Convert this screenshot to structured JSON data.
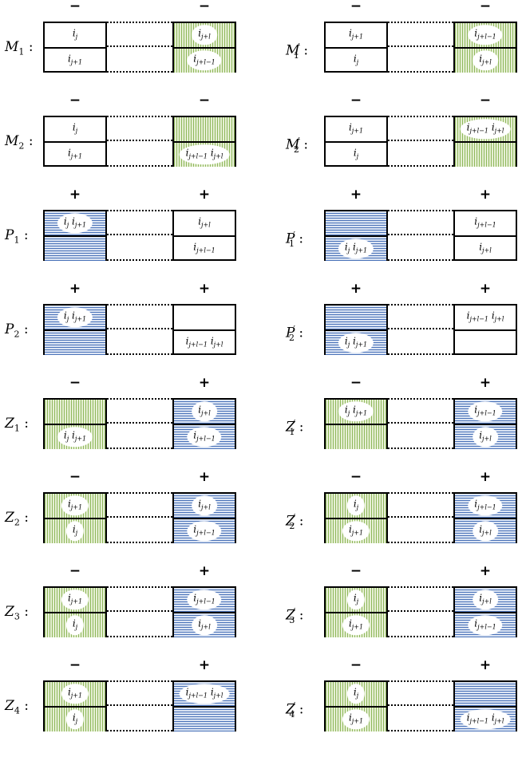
{
  "panels": [
    {
      "label": "M",
      "sub": "1",
      "prime": false,
      "signs": [
        "−",
        "−"
      ],
      "left": [
        {
          "t": [
            "i",
            "j"
          ],
          "p": "none",
          "o": false
        },
        {
          "t": [
            "i",
            "j+1"
          ],
          "p": "none",
          "o": false
        }
      ],
      "right": [
        {
          "t": [
            "i",
            "j+l"
          ],
          "p": "green",
          "o": true
        },
        {
          "t": [
            "i",
            "j+l−1"
          ],
          "p": "green",
          "o": true
        }
      ]
    },
    {
      "label": "M",
      "sub": "1",
      "prime": true,
      "signs": [
        "−",
        "−"
      ],
      "left": [
        {
          "t": [
            "i",
            "j+1"
          ],
          "p": "none",
          "o": false
        },
        {
          "t": [
            "i",
            "j"
          ],
          "p": "none",
          "o": false
        }
      ],
      "right": [
        {
          "t": [
            "i",
            "j+l−1"
          ],
          "p": "green",
          "o": true
        },
        {
          "t": [
            "i",
            "j+l"
          ],
          "p": "green",
          "o": true
        }
      ]
    },
    {
      "label": "M",
      "sub": "2",
      "prime": false,
      "signs": [
        "−",
        "−"
      ],
      "left": [
        {
          "t": [
            "i",
            "j"
          ],
          "p": "none",
          "o": false
        },
        {
          "t": [
            "i",
            "j+1"
          ],
          "p": "none",
          "o": false
        }
      ],
      "right": [
        {
          "t": [],
          "p": "green",
          "o": false
        },
        {
          "t": [
            "i",
            "j+l−1",
            "i",
            "j+l"
          ],
          "p": "green",
          "o": true
        }
      ]
    },
    {
      "label": "M",
      "sub": "2",
      "prime": true,
      "signs": [
        "−",
        "−"
      ],
      "left": [
        {
          "t": [
            "i",
            "j+1"
          ],
          "p": "none",
          "o": false
        },
        {
          "t": [
            "i",
            "j"
          ],
          "p": "none",
          "o": false
        }
      ],
      "right": [
        {
          "t": [
            "i",
            "j+l−1",
            "i",
            "j+l"
          ],
          "p": "green",
          "o": true
        },
        {
          "t": [],
          "p": "green",
          "o": false
        }
      ]
    },
    {
      "label": "P",
      "sub": "1",
      "prime": false,
      "signs": [
        "+",
        "+"
      ],
      "left": [
        {
          "t": [
            "i",
            "j",
            "i",
            "j+1"
          ],
          "p": "blue",
          "o": true
        },
        {
          "t": [],
          "p": "blue",
          "o": false
        }
      ],
      "right": [
        {
          "t": [
            "i",
            "j+l"
          ],
          "p": "none",
          "o": false
        },
        {
          "t": [
            "i",
            "j+l−1"
          ],
          "p": "none",
          "o": false
        }
      ]
    },
    {
      "label": "P",
      "sub": "1",
      "prime": true,
      "signs": [
        "+",
        "+"
      ],
      "left": [
        {
          "t": [],
          "p": "blue",
          "o": false
        },
        {
          "t": [
            "i",
            "j",
            "i",
            "j+1"
          ],
          "p": "blue",
          "o": true
        }
      ],
      "right": [
        {
          "t": [
            "i",
            "j+l−1"
          ],
          "p": "none",
          "o": false
        },
        {
          "t": [
            "i",
            "j+l"
          ],
          "p": "none",
          "o": false
        }
      ]
    },
    {
      "label": "P",
      "sub": "2",
      "prime": false,
      "signs": [
        "+",
        "+"
      ],
      "left": [
        {
          "t": [
            "i",
            "j",
            "i",
            "j+1"
          ],
          "p": "blue",
          "o": true
        },
        {
          "t": [],
          "p": "blue",
          "o": false
        }
      ],
      "right": [
        {
          "t": [],
          "p": "none",
          "o": false
        },
        {
          "t": [
            "i",
            "j+l−1",
            "i",
            "j+l"
          ],
          "p": "none",
          "o": false
        }
      ]
    },
    {
      "label": "P",
      "sub": "2",
      "prime": true,
      "signs": [
        "+",
        "+"
      ],
      "left": [
        {
          "t": [],
          "p": "blue",
          "o": false
        },
        {
          "t": [
            "i",
            "j",
            "i",
            "j+1"
          ],
          "p": "blue",
          "o": true
        }
      ],
      "right": [
        {
          "t": [
            "i",
            "j+l−1",
            "i",
            "j+l"
          ],
          "p": "none",
          "o": false
        },
        {
          "t": [],
          "p": "none",
          "o": false
        }
      ]
    },
    {
      "label": "Z",
      "sub": "1",
      "prime": false,
      "signs": [
        "−",
        "+"
      ],
      "left": [
        {
          "t": [],
          "p": "green",
          "o": false
        },
        {
          "t": [
            "i",
            "j",
            "i",
            "j+1"
          ],
          "p": "green",
          "o": true
        }
      ],
      "right": [
        {
          "t": [
            "i",
            "j+l"
          ],
          "p": "blue",
          "o": true
        },
        {
          "t": [
            "i",
            "j+l−1"
          ],
          "p": "blue",
          "o": true
        }
      ]
    },
    {
      "label": "Z",
      "sub": "1",
      "prime": true,
      "signs": [
        "−",
        "+"
      ],
      "left": [
        {
          "t": [
            "i",
            "j",
            "i",
            "j+1"
          ],
          "p": "green",
          "o": true
        },
        {
          "t": [],
          "p": "green",
          "o": false
        }
      ],
      "right": [
        {
          "t": [
            "i",
            "j+l−1"
          ],
          "p": "blue",
          "o": true
        },
        {
          "t": [
            "i",
            "j+l"
          ],
          "p": "blue",
          "o": true
        }
      ]
    },
    {
      "label": "Z",
      "sub": "2",
      "prime": false,
      "signs": [
        "−",
        "+"
      ],
      "left": [
        {
          "t": [
            "i",
            "j+1"
          ],
          "p": "green",
          "o": true
        },
        {
          "t": [
            "i",
            "j"
          ],
          "p": "green",
          "o": true
        }
      ],
      "right": [
        {
          "t": [
            "i",
            "j+l"
          ],
          "p": "blue",
          "o": true
        },
        {
          "t": [
            "i",
            "j+l−1"
          ],
          "p": "blue",
          "o": true
        }
      ]
    },
    {
      "label": "Z",
      "sub": "2",
      "prime": true,
      "signs": [
        "−",
        "+"
      ],
      "left": [
        {
          "t": [
            "i",
            "j"
          ],
          "p": "green",
          "o": true
        },
        {
          "t": [
            "i",
            "j+1"
          ],
          "p": "green",
          "o": true
        }
      ],
      "right": [
        {
          "t": [
            "i",
            "j+l−1"
          ],
          "p": "blue",
          "o": true
        },
        {
          "t": [
            "i",
            "j+l"
          ],
          "p": "blue",
          "o": true
        }
      ]
    },
    {
      "label": "Z",
      "sub": "3",
      "prime": false,
      "signs": [
        "−",
        "+"
      ],
      "left": [
        {
          "t": [
            "i",
            "j+1"
          ],
          "p": "green",
          "o": true
        },
        {
          "t": [
            "i",
            "j"
          ],
          "p": "green",
          "o": true
        }
      ],
      "right": [
        {
          "t": [
            "i",
            "j+l−1"
          ],
          "p": "blue",
          "o": true
        },
        {
          "t": [
            "i",
            "j+l"
          ],
          "p": "blue",
          "o": true
        }
      ]
    },
    {
      "label": "Z",
      "sub": "3",
      "prime": true,
      "signs": [
        "−",
        "+"
      ],
      "left": [
        {
          "t": [
            "i",
            "j"
          ],
          "p": "green",
          "o": true
        },
        {
          "t": [
            "i",
            "j+1"
          ],
          "p": "green",
          "o": true
        }
      ],
      "right": [
        {
          "t": [
            "i",
            "j+l"
          ],
          "p": "blue",
          "o": true
        },
        {
          "t": [
            "i",
            "j+l−1"
          ],
          "p": "blue",
          "o": true
        }
      ]
    },
    {
      "label": "Z",
      "sub": "4",
      "prime": false,
      "signs": [
        "−",
        "+"
      ],
      "left": [
        {
          "t": [
            "i",
            "j+1"
          ],
          "p": "green",
          "o": true
        },
        {
          "t": [
            "i",
            "j"
          ],
          "p": "green",
          "o": true
        }
      ],
      "right": [
        {
          "t": [
            "i",
            "j+l−1",
            "i",
            "j+l"
          ],
          "p": "blue",
          "o": true
        },
        {
          "t": [],
          "p": "blue",
          "o": false
        }
      ]
    },
    {
      "label": "Z",
      "sub": "4",
      "prime": true,
      "signs": [
        "−",
        "+"
      ],
      "left": [
        {
          "t": [
            "i",
            "j"
          ],
          "p": "green",
          "o": true
        },
        {
          "t": [
            "i",
            "j+1"
          ],
          "p": "green",
          "o": true
        }
      ],
      "right": [
        {
          "t": [],
          "p": "blue",
          "o": false
        },
        {
          "t": [
            "i",
            "j+l−1",
            "i",
            "j+l"
          ],
          "p": "blue",
          "o": true
        }
      ]
    }
  ],
  "colon": ":",
  "prime_mark": "′",
  "colors": {
    "green_stripe": "#8fb85c",
    "blue_stripe": "#4a72b8",
    "border": "#000000"
  }
}
